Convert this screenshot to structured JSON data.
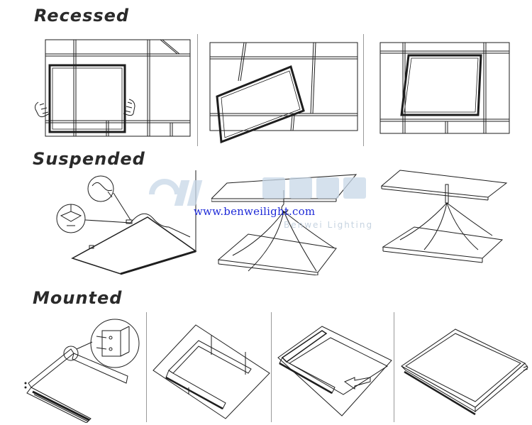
{
  "sections": {
    "recessed": "Recessed",
    "suspended": "Suspended",
    "mounted": "Mounted"
  },
  "watermark": {
    "url": "www.benweilight.com",
    "sub": "Benwei Lighting"
  },
  "colors": {
    "line": "#1e1e1e",
    "watermark_url": "#1e2ad8",
    "watermark_logo": "#c8d8e8"
  }
}
